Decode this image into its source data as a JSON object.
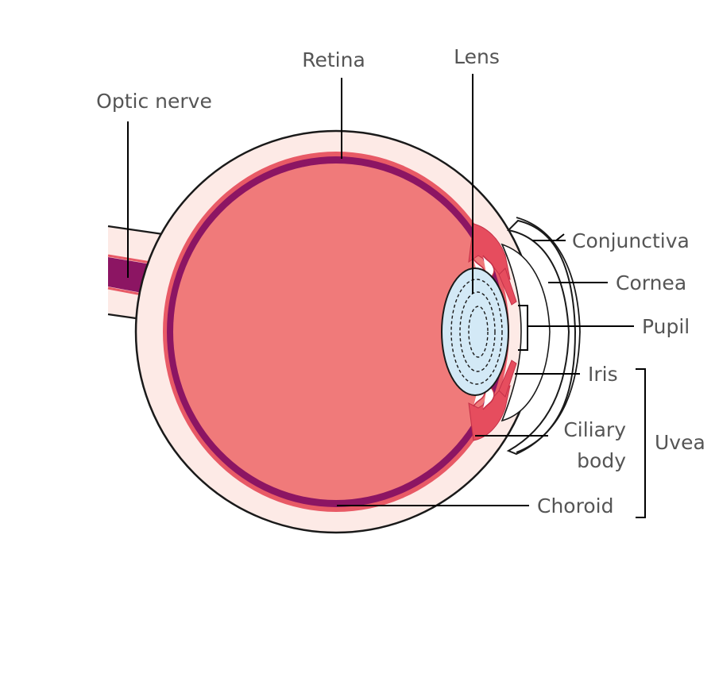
{
  "diagram": {
    "labels": {
      "optic_nerve": "Optic nerve",
      "retina": "Retina",
      "lens": "Lens",
      "conjunctiva": "Conjunctiva",
      "cornea": "Cornea",
      "pupil": "Pupil",
      "iris": "Iris",
      "ciliary_body_line1": "Ciliary",
      "ciliary_body_line2": "body",
      "choroid": "Choroid",
      "uvea": "Uvea"
    },
    "colors": {
      "sclera": "#fdeae6",
      "choroid": "#e85a66",
      "retina": "#8c1563",
      "vitreous": "#f07a7a",
      "lens": "#d3e9f6",
      "iris_ciliary": "#e64d5e",
      "cornea": "#ffffff",
      "outline": "#1a1a1a",
      "label_text": "#555555"
    }
  }
}
